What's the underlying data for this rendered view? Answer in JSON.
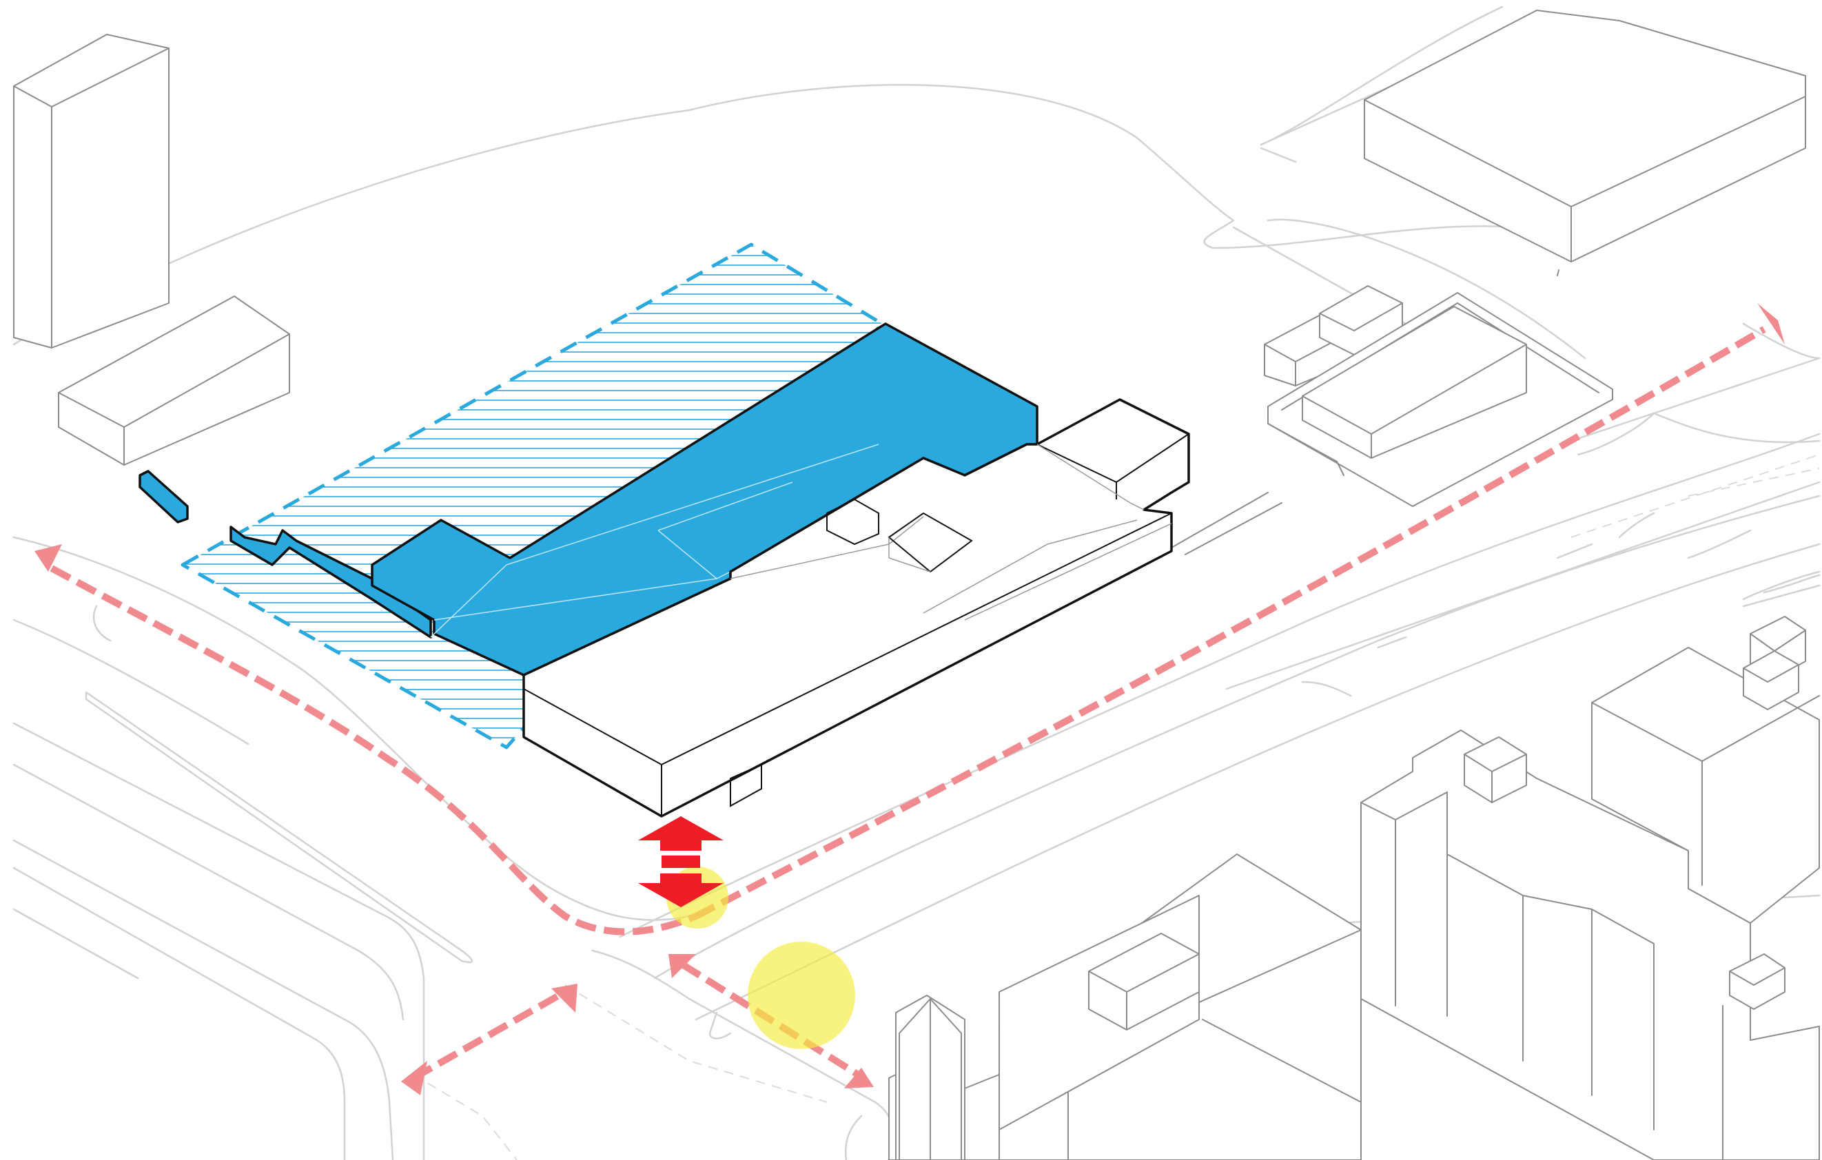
{
  "diagram": {
    "type": "isometric site diagram",
    "colors": {
      "new_volume": "#2aa9df",
      "pedestrian_route": "#f08a8e",
      "entry_arrow": "#ee1c25",
      "node_highlight": "#f4ec3a",
      "context_buildings": "#8c8c8c",
      "existing_building": "#111111"
    },
    "elements": [
      "context-buildings",
      "street-network",
      "site-boundary-dashed",
      "new-extension-volume",
      "existing-building",
      "pedestrian-routes",
      "entry-arrow",
      "node-highlights"
    ]
  }
}
